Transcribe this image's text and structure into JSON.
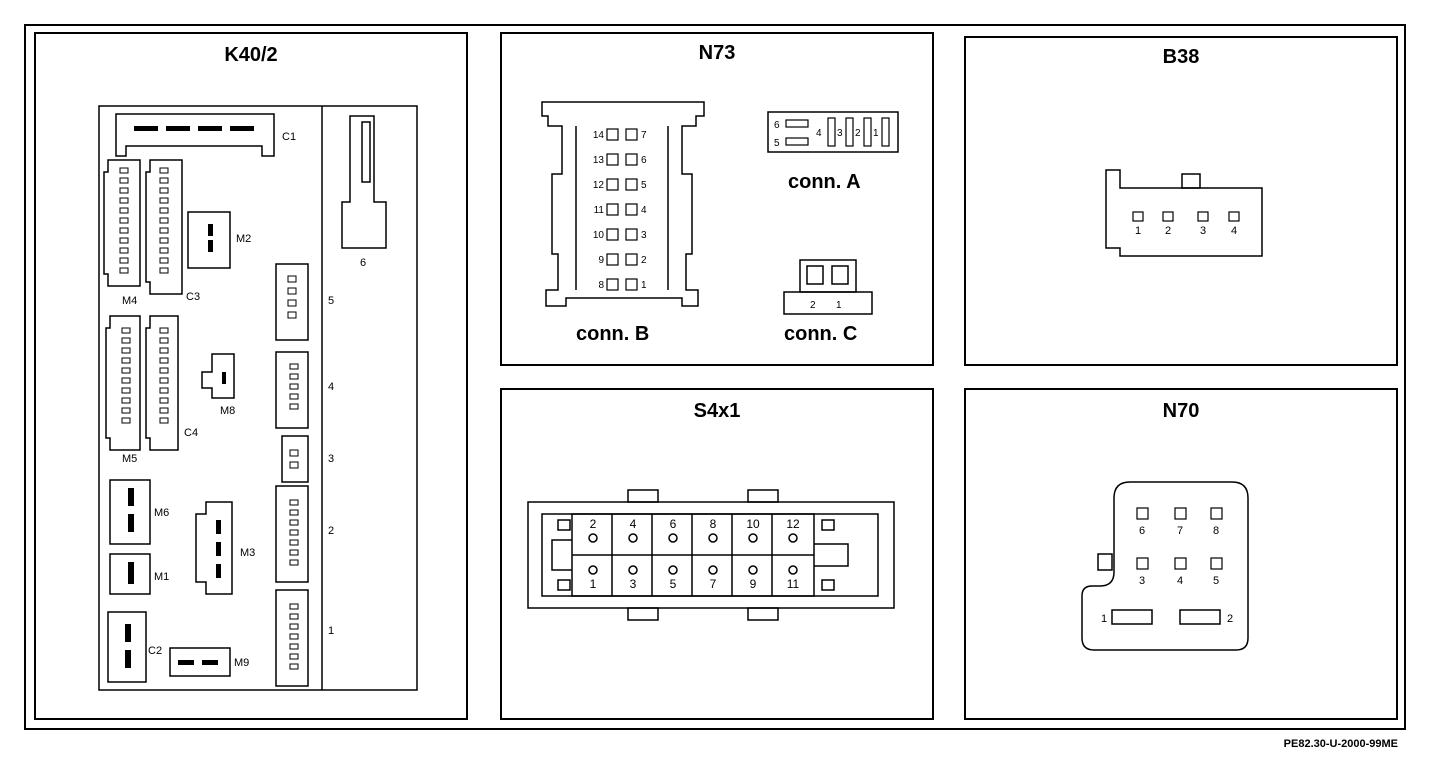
{
  "k40": {
    "title": "K40/2",
    "labels": {
      "c1": "C1",
      "c2": "C2",
      "c3": "C3",
      "c4": "C4",
      "m1": "M1",
      "m2": "M2",
      "m3": "M3",
      "m4": "M4",
      "m5": "M5",
      "m6": "M6",
      "m8": "M8",
      "m9": "M9"
    },
    "slots": [
      "1",
      "2",
      "3",
      "4",
      "5",
      "6"
    ]
  },
  "n73": {
    "title": "N73",
    "conn_a": {
      "label": "conn. A",
      "pins": [
        "6",
        "5",
        "4",
        "3",
        "2",
        "1"
      ]
    },
    "conn_b": {
      "label": "conn. B",
      "left_pins": [
        "14",
        "13",
        "12",
        "11",
        "10",
        "9",
        "8"
      ],
      "right_pins": [
        "7",
        "6",
        "5",
        "4",
        "3",
        "2",
        "1"
      ]
    },
    "conn_c": {
      "label": "conn. C",
      "pins": [
        "2",
        "1"
      ]
    }
  },
  "b38": {
    "title": "B38",
    "pins": [
      "1",
      "2",
      "3",
      "4"
    ]
  },
  "s4x1": {
    "title": "S4x1",
    "top_pins": [
      "2",
      "4",
      "6",
      "8",
      "10",
      "12"
    ],
    "bottom_pins": [
      "1",
      "3",
      "5",
      "7",
      "9",
      "11"
    ]
  },
  "n70": {
    "title": "N70",
    "row1": [
      "6",
      "7",
      "8"
    ],
    "row2": [
      "3",
      "4",
      "5"
    ],
    "row3": [
      "1",
      "2"
    ]
  },
  "footer": {
    "code": "PE82.30-U-2000-99ME"
  }
}
